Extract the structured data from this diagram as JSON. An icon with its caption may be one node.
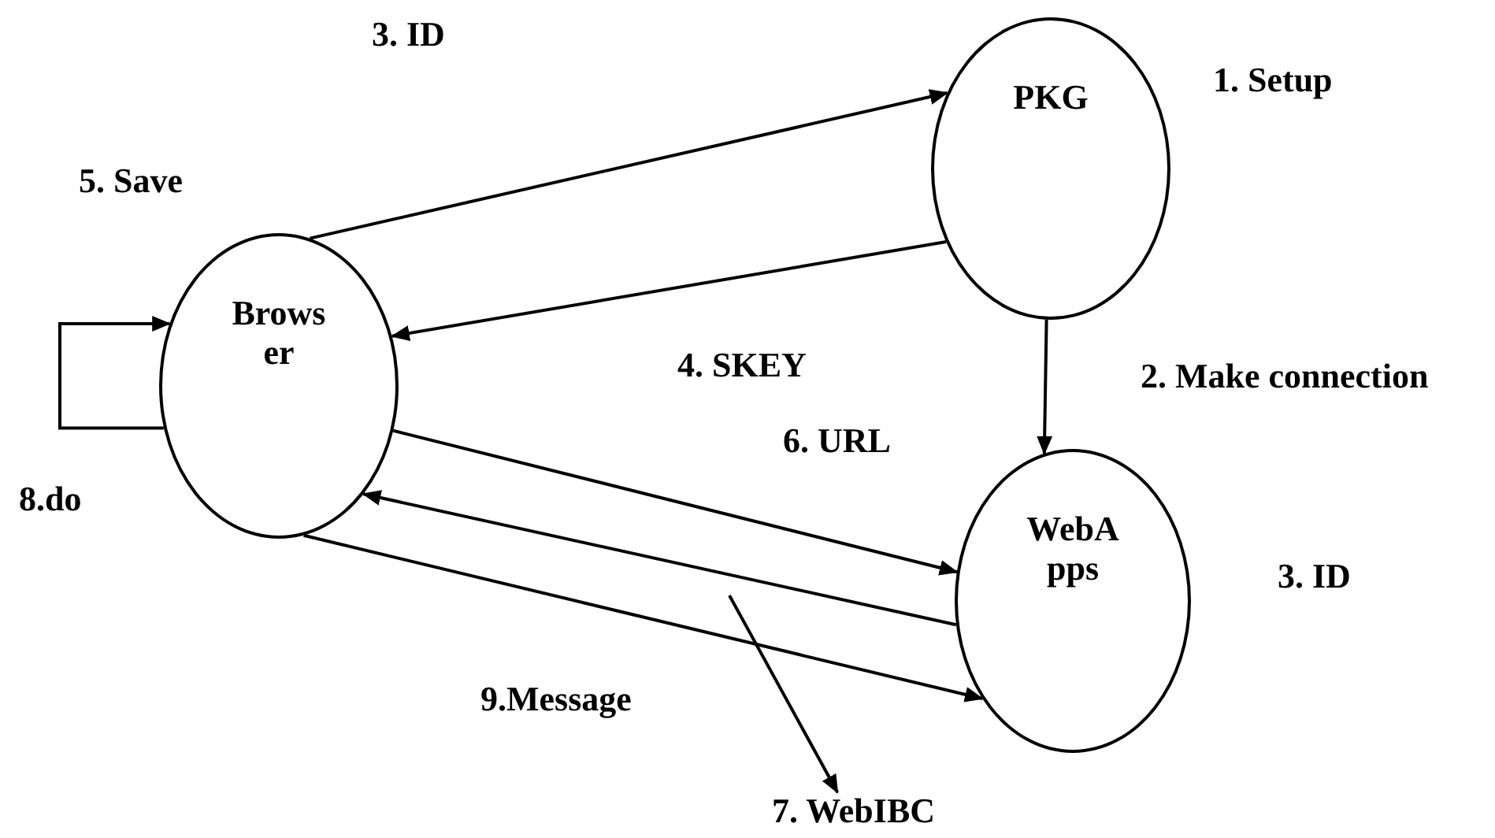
{
  "diagram": {
    "nodes": [
      {
        "text": [
          "PKG"
        ]
      },
      {
        "text": [
          "Brows er"
        ]
      },
      {
        "text": [
          "WebA pps"
        ]
      },
      {
        "text": [
          "7. WebIBC"
        ]
      }
    ],
    "edges": [
      {
        "from": 1,
        "to": 0,
        "arrow": "to"
      },
      {
        "from": 0,
        "to": 1,
        "arrow": "to"
      },
      {
        "from": 0,
        "to": 2,
        "arrow": "to"
      },
      {
        "from": 1,
        "to": 2,
        "arrow": "to"
      },
      {
        "from": 2,
        "to": 1,
        "arrow": "to"
      },
      {
        "from": 1,
        "to": 2,
        "arrow": "to"
      },
      {
        "from": 1,
        "to": 1,
        "arrow": "to"
      },
      {
        "from": null,
        "to": 3,
        "arrow": "to"
      }
    ],
    "labels": [
      "3. ID",
      "1. Setup",
      "5. Save",
      "4. SKEY",
      "2. Make connection",
      "6. URL",
      "8.do",
      "3. ID",
      "9.Message"
    ]
  }
}
